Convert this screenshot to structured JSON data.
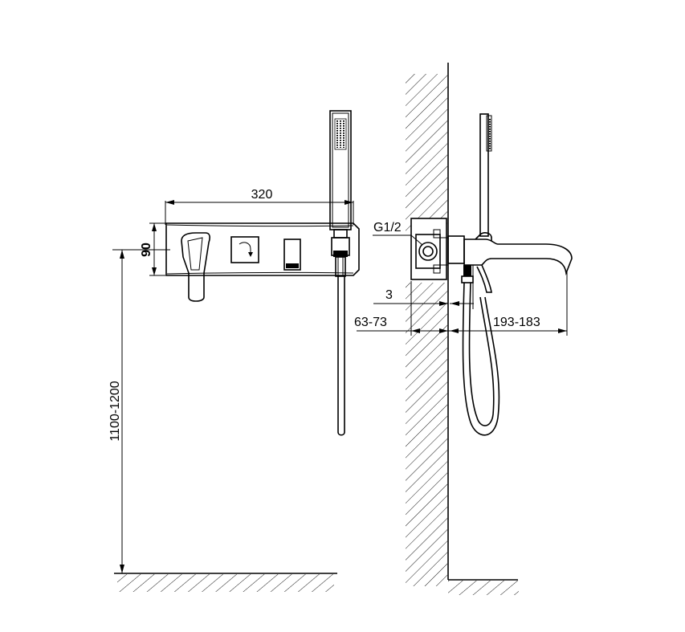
{
  "dimensions": {
    "width_label": "320",
    "depth_label": "90",
    "height_label": "1100-1200",
    "thread_label": "G1/2",
    "gap_label": "3",
    "wall_depth_label": "63-73",
    "spout_reach_label": "193-183"
  },
  "colors": {
    "line": "#000000",
    "background": "#ffffff"
  }
}
